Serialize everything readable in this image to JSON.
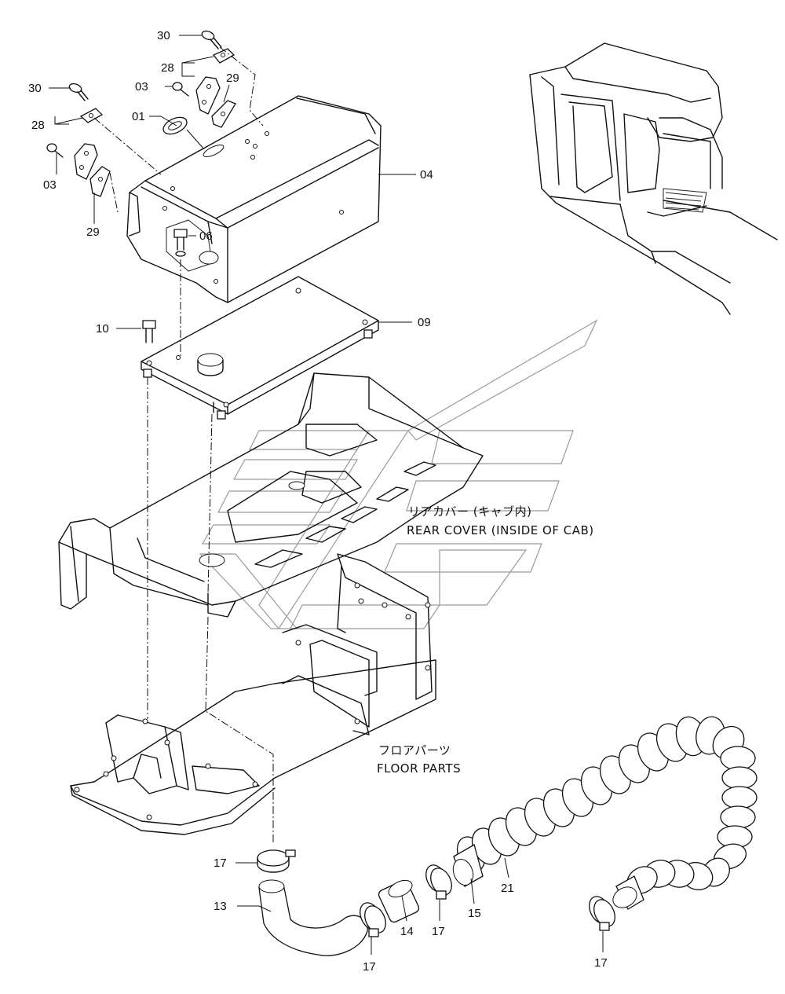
{
  "part_labels": {
    "p01": "01",
    "p03a": "03",
    "p03b": "03",
    "p04": "04",
    "p06": "06",
    "p09": "09",
    "p10": "10",
    "p13": "13",
    "p14": "14",
    "p15": "15",
    "p17a": "17",
    "p17b": "17",
    "p17c": "17",
    "p17d": "17",
    "p21": "21",
    "p28a": "28",
    "p28b": "28",
    "p29a": "29",
    "p29b": "29",
    "p30a": "30",
    "p30b": "30"
  },
  "notes": {
    "rear_cover_jp": "リアカバー (キャブ内)",
    "rear_cover_en": "REAR COVER (INSIDE OF CAB)",
    "floor_parts_jp": "フロアパーツ",
    "floor_parts_en": "FLOOR PARTS"
  },
  "colors": {
    "line": "#111111",
    "watermark": "#9a9a9a",
    "background": "#ffffff"
  }
}
